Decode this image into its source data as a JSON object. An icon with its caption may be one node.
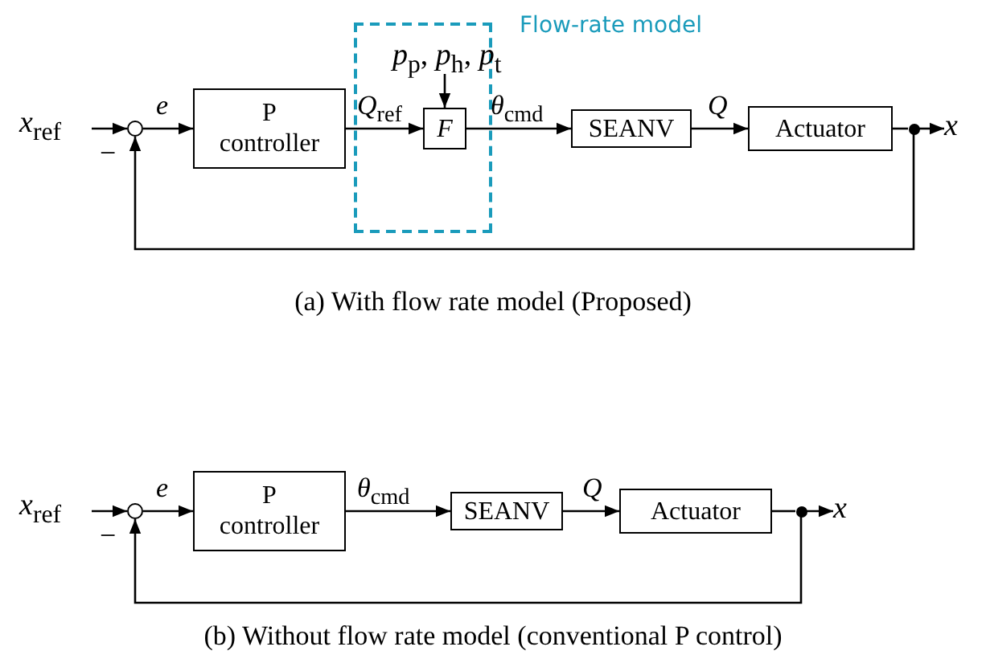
{
  "diagram": {
    "nodes": [
      {
        "text": [
          "*x*$_{ref}$"
        ]
      },
      {
        "text": [],
        "shape": "circle",
        "beside": [
          "−"
        ]
      },
      {
        "text": [
          "P controller"
        ]
      },
      {
        "text": [
          "Flow-rate model"
        ]
      },
      {
        "text": [
          "*p*$_{p}$, *p*$_{h}$, *p*$_{t}$"
        ],
        "in": 3
      },
      {
        "text": [
          "*F*"
        ],
        "in": 3
      },
      {
        "text": [
          "SEANV"
        ]
      },
      {
        "text": [
          "Actuator"
        ]
      },
      {
        "text": [],
        "shape": "dot"
      },
      {
        "text": [
          "*x*"
        ]
      },
      {
        "text": [
          "*x*$_{ref}$"
        ]
      },
      {
        "text": [],
        "shape": "circle",
        "beside": [
          "−"
        ]
      },
      {
        "text": [
          "P controller"
        ]
      },
      {
        "text": [
          "SEANV"
        ]
      },
      {
        "text": [
          "Actuator"
        ]
      },
      {
        "text": [],
        "shape": "dot"
      },
      {
        "text": [
          "*x*"
        ]
      }
    ],
    "edges": [
      {
        "from": 0,
        "to": 1,
        "arrow": "to"
      },
      {
        "from": 1,
        "to": 2,
        "arrow": "to",
        "label": "*e*"
      },
      {
        "from": 2,
        "to": 5,
        "arrow": "to",
        "label": "*Q*$_{ref}$"
      },
      {
        "from": 4,
        "to": 5,
        "arrow": "to"
      },
      {
        "from": 5,
        "to": 6,
        "arrow": "to",
        "label": "*θ*$_{cmd}$"
      },
      {
        "from": 6,
        "to": 7,
        "arrow": "to",
        "label": "*Q*"
      },
      {
        "from": 7,
        "to": 8,
        "arrow": "none"
      },
      {
        "from": 8,
        "to": 9,
        "arrow": "to"
      },
      {
        "from": 8,
        "to": 1,
        "arrow": "to"
      },
      {
        "from": 10,
        "to": 11,
        "arrow": "to"
      },
      {
        "from": 11,
        "to": 12,
        "arrow": "to",
        "label": "*e*"
      },
      {
        "from": 12,
        "to": 13,
        "arrow": "to",
        "label": "*θ*$_{cmd}$"
      },
      {
        "from": 13,
        "to": 14,
        "arrow": "to",
        "label": "*Q*"
      },
      {
        "from": 14,
        "to": 15,
        "arrow": "none"
      },
      {
        "from": 15,
        "to": 16,
        "arrow": "to"
      },
      {
        "from": 15,
        "to": 11,
        "arrow": "to"
      }
    ],
    "labels": [
      "(a) With flow rate model (Proposed)",
      "(b) Without flow rate model (conventional P control)"
    ]
  }
}
